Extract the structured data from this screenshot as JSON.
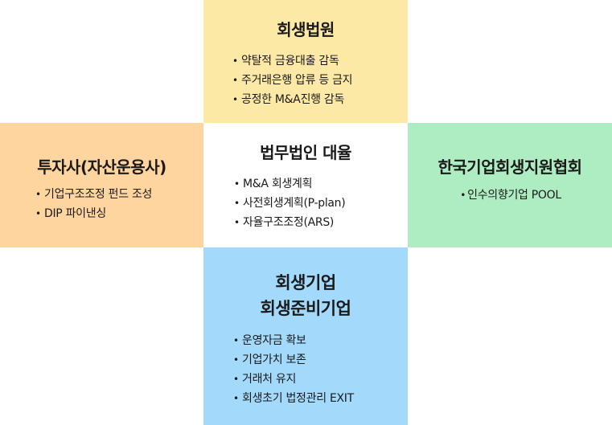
{
  "top": {
    "title": "회생법원",
    "items": [
      "약탈적 금융대출 감독",
      "주거래은행 압류 등 금지",
      "공정한 M&A진행 감독"
    ],
    "color": "#fde9a6"
  },
  "left": {
    "title": "투자사(자산운용사)",
    "items": [
      "기업구조조정 펀드 조성",
      "DIP 파이낸싱"
    ],
    "color": "#fed59f"
  },
  "center": {
    "title": "법무법인 대율",
    "items": [
      "M&A 회생계획",
      "사전회생계획(P-plan)",
      "자율구조조정(ARS)"
    ],
    "color": "#ffffff"
  },
  "right": {
    "title": "한국기업회생지원협회",
    "items": [
      "인수의향기업 POOL"
    ],
    "color": "#aeedc2"
  },
  "bottom": {
    "title_lines": [
      "회생기업",
      "회생준비기업"
    ],
    "items": [
      "운영자금 확보",
      "기업가치 보존",
      "거래처 유지",
      "회생초기 법정관리 EXIT"
    ],
    "color": "#a3dafb"
  }
}
